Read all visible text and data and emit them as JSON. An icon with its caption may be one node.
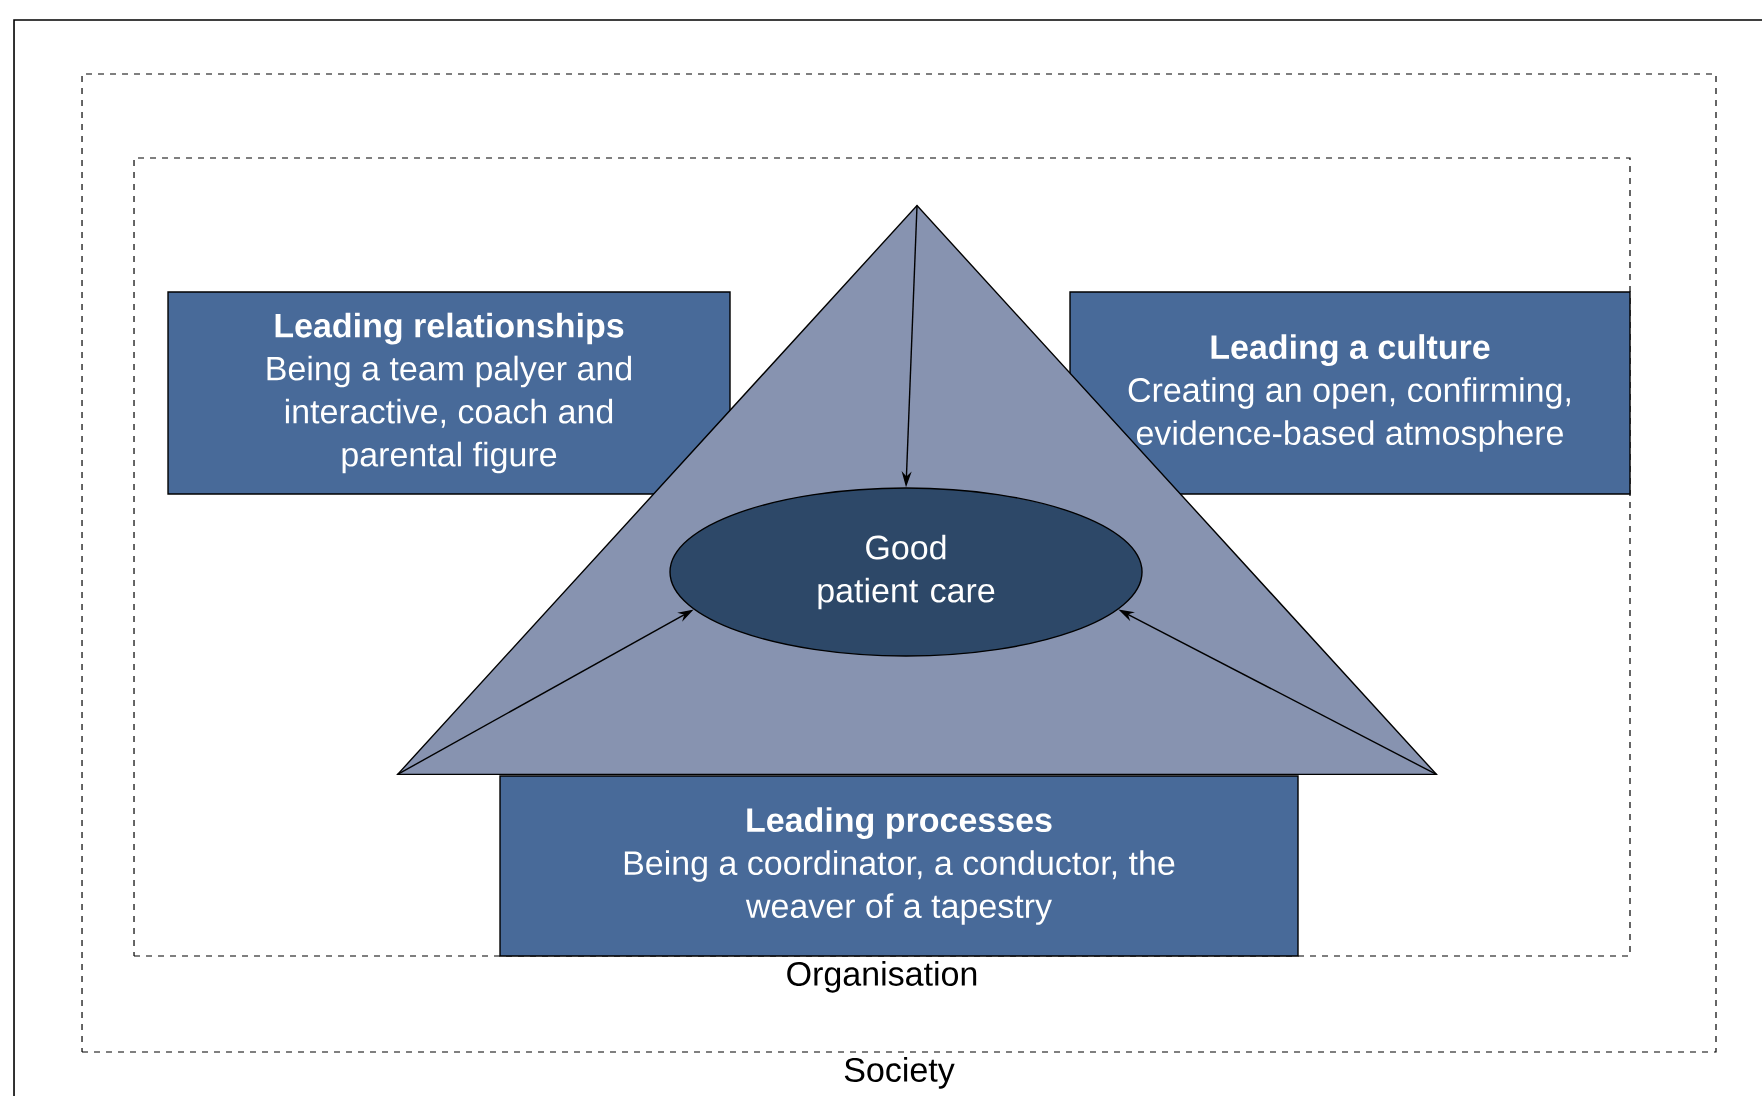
{
  "diagram": {
    "nodes": [
      {
        "text": [
          "Society"
        ]
      },
      {
        "text": [
          "Organisation"
        ],
        "in": 0
      },
      {
        "text": [
          "Leading relationships",
          "Being a team palyer and interactive, coach and parental figure"
        ],
        "in": 1
      },
      {
        "text": [
          "Leading a culture",
          "Creating an open, confirming, evidence-based atmosphere"
        ],
        "in": 1
      },
      {
        "text": [],
        "shape": "triangle",
        "in": 1
      },
      {
        "text": [
          "Good patient care"
        ],
        "in": 4
      },
      {
        "text": [
          "Leading processes",
          "Being a coordinator, a conductor, the weaver of a tapestry"
        ],
        "in": 1
      }
    ],
    "edges": [
      {
        "from": 4,
        "to": 5,
        "arrow": "to"
      },
      {
        "from": 4,
        "to": 5,
        "arrow": "to"
      },
      {
        "from": 4,
        "to": 5,
        "arrow": "to"
      }
    ]
  }
}
